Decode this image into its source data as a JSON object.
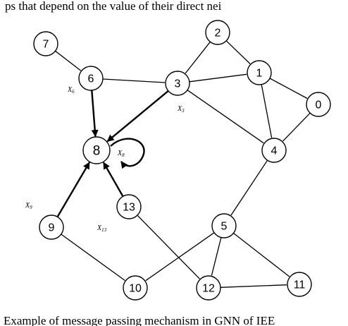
{
  "header_text": "ps that depend on the value of their direct nei",
  "caption_text": "Example of message passing mechanism in GNN of IEE",
  "nodes": [
    {
      "id": "n0",
      "label": "0"
    },
    {
      "id": "n1",
      "label": "1"
    },
    {
      "id": "n2",
      "label": "2"
    },
    {
      "id": "n3",
      "label": "3"
    },
    {
      "id": "n4",
      "label": "4"
    },
    {
      "id": "n5",
      "label": "5"
    },
    {
      "id": "n6",
      "label": "6"
    },
    {
      "id": "n7",
      "label": "7"
    },
    {
      "id": "n8",
      "label": "8"
    },
    {
      "id": "n9",
      "label": "9"
    },
    {
      "id": "n10",
      "label": "10"
    },
    {
      "id": "n11",
      "label": "11"
    },
    {
      "id": "n12",
      "label": "12"
    },
    {
      "id": "n13",
      "label": "13"
    }
  ],
  "edges": [
    {
      "from": "n7",
      "to": "n6",
      "style": "plain"
    },
    {
      "from": "n6",
      "to": "n3",
      "style": "plain"
    },
    {
      "from": "n2",
      "to": "n3",
      "style": "plain"
    },
    {
      "from": "n2",
      "to": "n1",
      "style": "plain"
    },
    {
      "from": "n3",
      "to": "n1",
      "style": "plain"
    },
    {
      "from": "n3",
      "to": "n4",
      "style": "plain"
    },
    {
      "from": "n1",
      "to": "n0",
      "style": "plain"
    },
    {
      "from": "n1",
      "to": "n4",
      "style": "plain"
    },
    {
      "from": "n0",
      "to": "n4",
      "style": "plain"
    },
    {
      "from": "n4",
      "to": "n5",
      "style": "plain"
    },
    {
      "from": "n5",
      "to": "n10",
      "style": "plain"
    },
    {
      "from": "n5",
      "to": "n12",
      "style": "plain"
    },
    {
      "from": "n5",
      "to": "n11",
      "style": "plain"
    },
    {
      "from": "n12",
      "to": "n11",
      "style": "plain"
    },
    {
      "from": "n13",
      "to": "n12",
      "style": "plain"
    },
    {
      "from": "n9",
      "to": "n10",
      "style": "plain"
    },
    {
      "from": "n6",
      "to": "n8",
      "style": "message"
    },
    {
      "from": "n3",
      "to": "n8",
      "style": "message"
    },
    {
      "from": "n9",
      "to": "n8",
      "style": "message"
    },
    {
      "from": "n13",
      "to": "n8",
      "style": "message"
    }
  ],
  "feature_labels": [
    {
      "name": "x6",
      "base": "X",
      "sub": "6"
    },
    {
      "name": "x3",
      "base": "X",
      "sub": "3"
    },
    {
      "name": "x8",
      "base": "X",
      "sub": "8"
    },
    {
      "name": "x9",
      "base": "X",
      "sub": "9"
    },
    {
      "name": "x13",
      "base": "X",
      "sub": "13"
    }
  ]
}
